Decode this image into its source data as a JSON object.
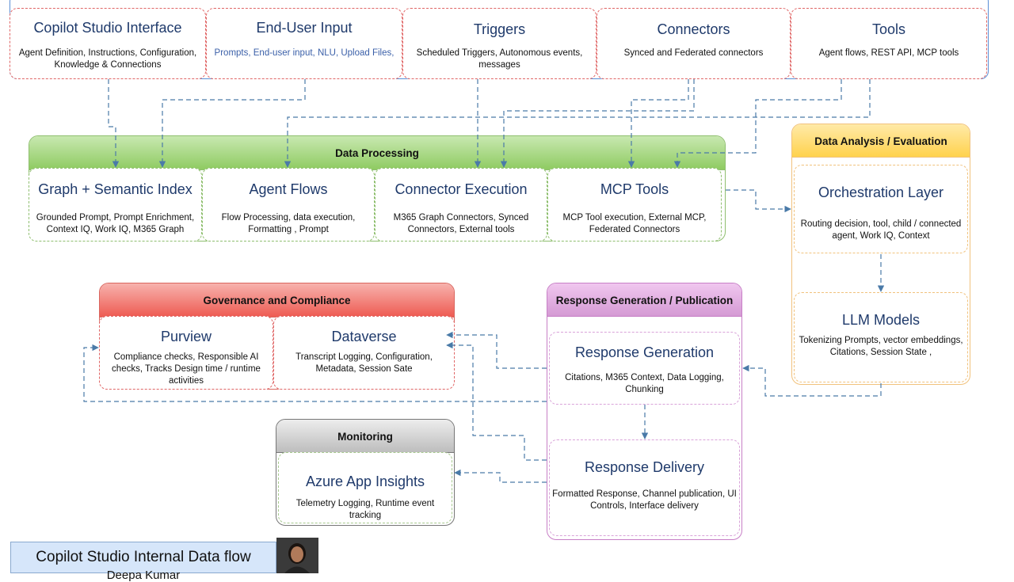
{
  "top_boxes": [
    {
      "title": "Copilot Studio Interface",
      "desc": "Agent Definition, Instructions, Configuration, Knowledge & Connections"
    },
    {
      "title": "End-User Input",
      "desc": "Prompts, End-user input, NLU, Upload Files,"
    },
    {
      "title": "Triggers",
      "desc": "Scheduled Triggers, Autonomous events, messages"
    },
    {
      "title": "Connectors",
      "desc": "Synced and Federated connectors"
    },
    {
      "title": "Tools",
      "desc": "Agent flows, REST API, MCP tools"
    }
  ],
  "data_processing": {
    "header": "Data Processing",
    "items": [
      {
        "title": "Graph + Semantic Index",
        "desc": "Grounded Prompt, Prompt Enrichment, Context IQ, Work IQ, M365 Graph"
      },
      {
        "title": "Agent Flows",
        "desc": "Flow Processing, data execution, Formatting , Prompt"
      },
      {
        "title": "Connector Execution",
        "desc": "M365 Graph Connectors, Synced Connectors, External tools"
      },
      {
        "title": "MCP Tools",
        "desc": "MCP Tool execution, External MCP, Federated Connectors"
      }
    ]
  },
  "analysis": {
    "header": "Data Analysis / Evaluation",
    "items": [
      {
        "title": "Orchestration Layer",
        "desc": "Routing decision, tool, child / connected agent, Work IQ, Context"
      },
      {
        "title": "LLM Models",
        "desc": "Tokenizing Prompts, vector embeddings, Citations, Session State ,"
      }
    ]
  },
  "governance": {
    "header": "Governance and Compliance",
    "items": [
      {
        "title": "Purview",
        "desc": "Compliance checks, Responsible AI checks, Tracks Design time / runtime activities"
      },
      {
        "title": "Dataverse",
        "desc": "Transcript Logging, Configuration, Metadata, Session Sate"
      }
    ]
  },
  "response": {
    "header": "Response Generation / Publication",
    "items": [
      {
        "title": "Response Generation",
        "desc": "Citations, M365 Context, Data Logging, Chunking"
      },
      {
        "title": "Response Delivery",
        "desc": "Formatted Response, Channel publication, UI Controls, Interface delivery"
      }
    ]
  },
  "monitoring": {
    "header": "Monitoring",
    "items": [
      {
        "title": "Azure App Insights",
        "desc": "Telemetry Logging, Runtime event tracking"
      }
    ]
  },
  "footer": {
    "title": "Copilot Studio Internal Data flow",
    "subtitle": "Deepa Kumar"
  },
  "colors": {
    "arrow": "#4a7aa8",
    "top_band": "#5b8fd6",
    "dp_header": "#9fd27a",
    "analysis_header": "#ffd966",
    "gov_header": "#ee5b52",
    "resp_header": "#d59ad4",
    "mon_header": "#c8c8c8",
    "footer_bg": "#d6e6fa"
  }
}
